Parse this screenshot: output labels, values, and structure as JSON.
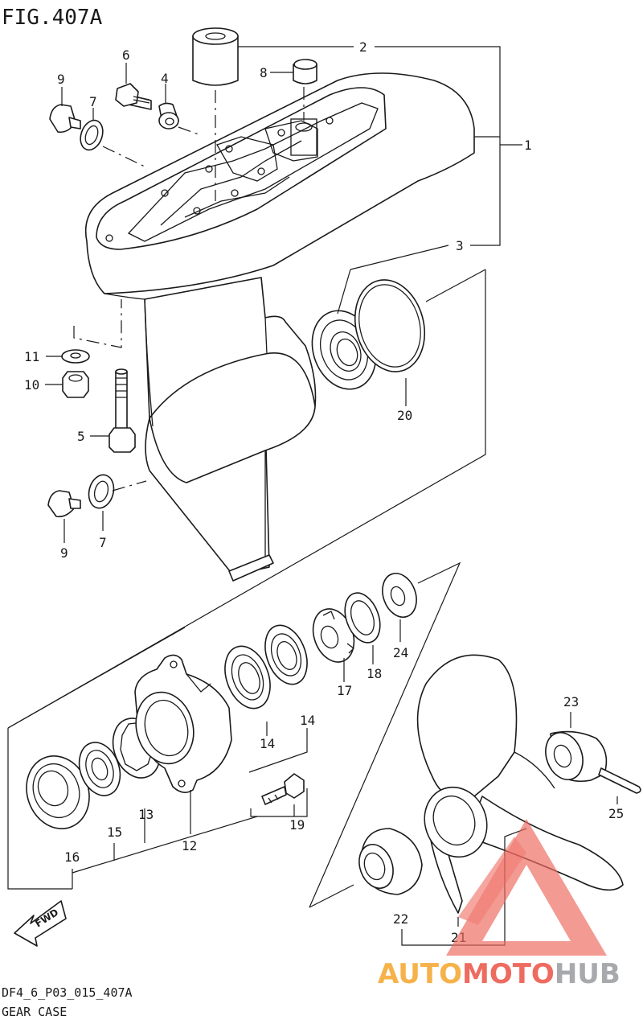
{
  "figure": {
    "title": "FIG.407A",
    "code": "DF4_6_P03_015_407A",
    "name": "GEAR CASE"
  },
  "fwd_label": "FWD",
  "callouts": {
    "c1": "1",
    "c2": "2",
    "c3": "3",
    "c4": "4",
    "c5": "5",
    "c6": "6",
    "c7a": "7",
    "c7b": "7",
    "c8": "8",
    "c9a": "9",
    "c9b": "9",
    "c10": "10",
    "c11": "11",
    "c12": "12",
    "c13": "13",
    "c14a": "14",
    "c14b": "14",
    "c15": "15",
    "c16": "16",
    "c17": "17",
    "c18": "18",
    "c19": "19",
    "c20": "20",
    "c21": "21",
    "c22": "22",
    "c23": "23",
    "c24": "24",
    "c25": "25"
  },
  "watermark": {
    "part_a": "AUTO",
    "part_b": "MOTO",
    "part_c": "HUB",
    "color_a": "#f6b24a",
    "color_b": "#ee6b60",
    "color_c": "#a7a9ac"
  }
}
